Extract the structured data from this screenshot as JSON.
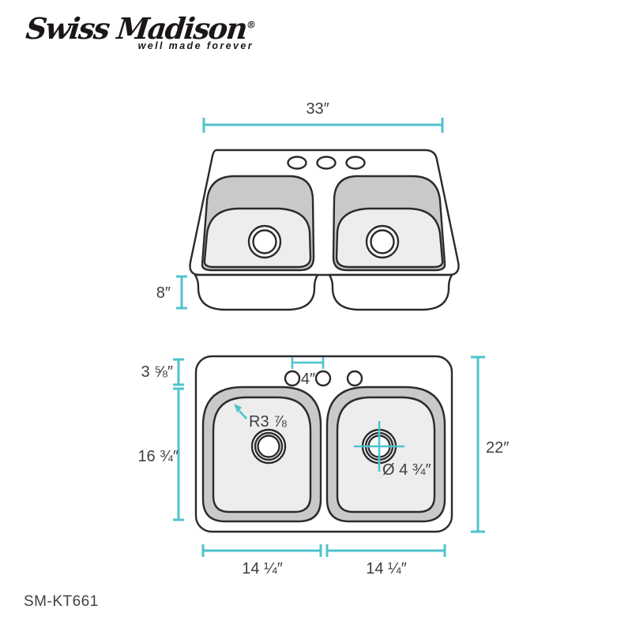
{
  "brand": {
    "name": "Swiss Madison",
    "registered_mark": "®",
    "tagline": "well made forever"
  },
  "product_code": "SM-KT661",
  "colors": {
    "accent_teal": "#4fc3cd",
    "outline_dark": "#2b2b2b",
    "rim_gray": "#c9c9c9",
    "basin_gray": "#ededed",
    "label_gray": "#3f3f3f"
  },
  "front_view": {
    "overall_width": "33″",
    "bowl_depth": "8″"
  },
  "plan_view": {
    "deck_to_bowl": "3 ⅝″",
    "bowl_length": "16 ¾″",
    "overall_front_to_back": "22″",
    "faucet_hole_spacing": "4″",
    "corner_radius": "R3 ⅞",
    "drain_diameter": "Ø 4 ¾″",
    "bowl_widths": [
      "14 ¼″",
      "14 ¼″"
    ]
  }
}
